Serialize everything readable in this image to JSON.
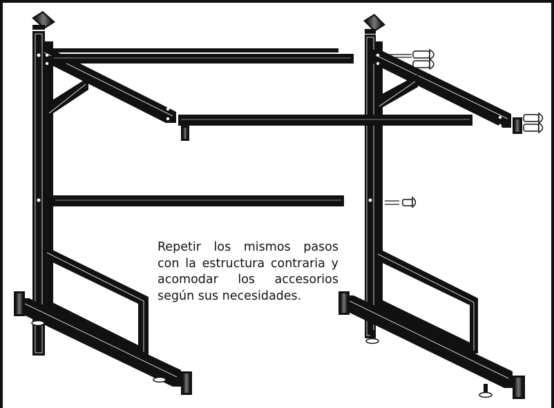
{
  "instruction": {
    "line1": "Repetir los mismos pasos",
    "line2": "con la estructura contraria y",
    "line3": "acomodar los accesorios",
    "line4": "según sus necesidades."
  },
  "colors": {
    "ink": "#111111",
    "paper": "#ffffff"
  }
}
